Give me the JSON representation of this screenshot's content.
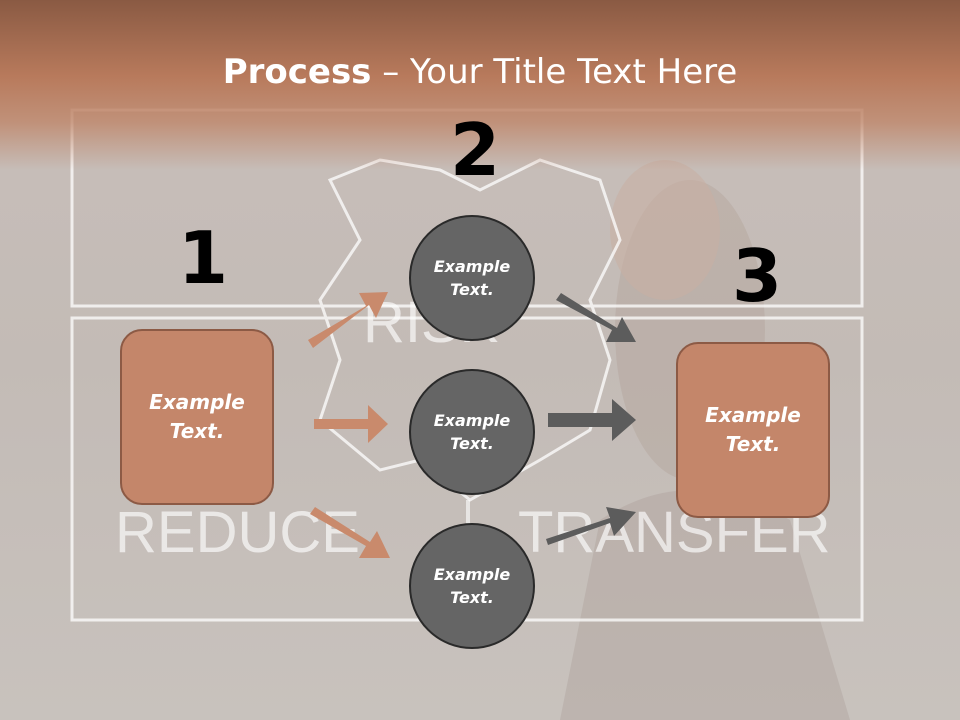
{
  "title": {
    "bold": "Process",
    "rest": " – Your Title Text Here"
  },
  "step_numbers": [
    "1",
    "2",
    "3"
  ],
  "background_words": [
    "RISK",
    "REDUCE",
    "TRANSFER"
  ],
  "boxes": {
    "left": "Example\nText.",
    "right": "Example\nText."
  },
  "circles": [
    "Example\nText.",
    "Example\nText.",
    "Example\nText."
  ],
  "colors": {
    "accent": "#c4866a",
    "header": "#b87a5c",
    "circle": "#656565",
    "arrow_dark": "#5c5c5c"
  }
}
